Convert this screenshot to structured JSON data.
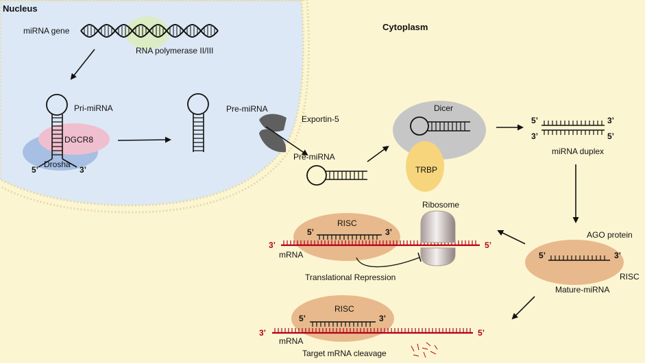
{
  "colors": {
    "cytoplasm": "#fcf5d2",
    "nucleus": "#dce8f5",
    "membrane": "#e8d9a4",
    "risc": "#e8b98c",
    "drosha": "#a7bfe3",
    "dgcr8": "#efbfcf",
    "pol": "#dcecc4",
    "dicer": "#c6c6c6",
    "trbp": "#f6d57c",
    "exportin": "#5f5f5f",
    "mrna": "#b3001b"
  },
  "labels": {
    "nucleus": "Nucleus",
    "cytoplasm": "Cytoplasm",
    "mirna_gene": "miRNA gene",
    "rna_pol": "RNA polymerase II/III",
    "pri_mirna": "Pri-miRNA",
    "dgcr8": "DGCR8",
    "drosha": "Drosha",
    "five": "5’",
    "three": "3’",
    "pre_mirna_nuc": "Pre-miRNA",
    "exportin": "Exportin-5",
    "pre_mirna_cyto": "Pre-miRNA",
    "dicer": "Dicer",
    "trbp": "TRBP",
    "duplex": "miRNA duplex",
    "ago": "AGO protein",
    "mature": "Mature-miRNA",
    "risc": "RISC",
    "risc_top": "RISC",
    "risc_bottom": "RISC",
    "ribosome": "Ribosome",
    "mrna_top": "mRNA",
    "mrna_bottom": "mRNA",
    "repression": "Translational Repression",
    "cleavage": "Target mRNA cleavage"
  }
}
